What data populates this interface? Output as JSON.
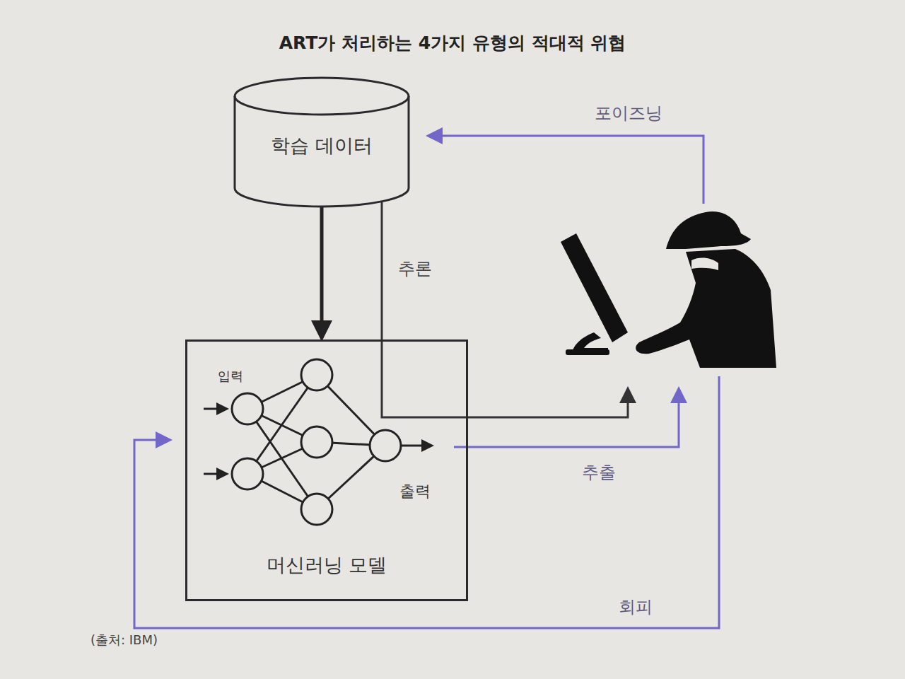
{
  "diagram": {
    "title": "ART가 처리하는 4가지 유형의 적대적 위협",
    "caption": "(출처: IBM)",
    "nodes": [
      {
        "text": [
          "학습 데이터"
        ]
      },
      {
        "text": [
          "머신러닝 모델"
        ]
      }
    ],
    "edges": [
      {
        "from": 0,
        "to": 1,
        "arrow": "to"
      }
    ],
    "labels": [
      "포이즈닝",
      "추론",
      "입력",
      "출력",
      "추출",
      "회피"
    ]
  }
}
